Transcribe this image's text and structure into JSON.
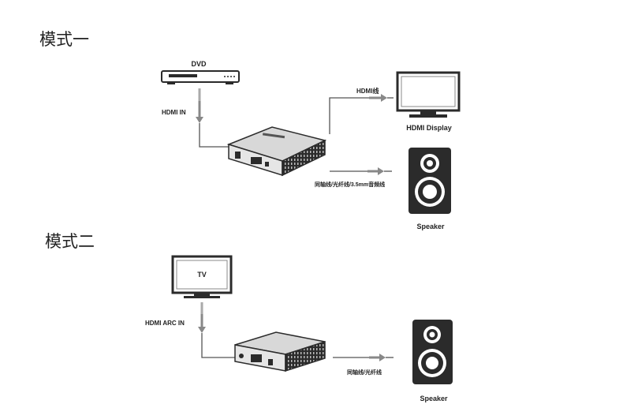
{
  "mode1": {
    "title": "模式一",
    "source_label": "DVD",
    "input_label": "HDMI IN",
    "output_hdmi_label": "HDMI线",
    "display_label": "HDMI Display",
    "audio_cable_label": "同轴线/光纤线/3.5mm音频线",
    "speaker_label": "Speaker"
  },
  "mode2": {
    "title": "模式二",
    "source_label": "TV",
    "input_label": "HDMI ARC IN",
    "audio_cable_label": "同轴线/光纤线",
    "speaker_label": "Speaker"
  },
  "colors": {
    "line": "#666666",
    "device_dark": "#2b2b2b",
    "arrow": "#8a8a8a"
  }
}
